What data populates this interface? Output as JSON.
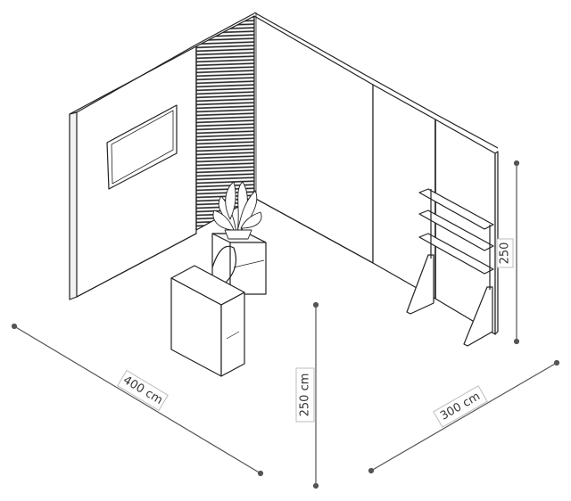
{
  "dimensions": {
    "width_label": "400 cm",
    "height_label": "250 cm",
    "depth_label": "300 cm",
    "wall_height_label": "250"
  },
  "colors": {
    "line": "#222222",
    "panel": "#ffffff",
    "dim_line": "#555555"
  }
}
